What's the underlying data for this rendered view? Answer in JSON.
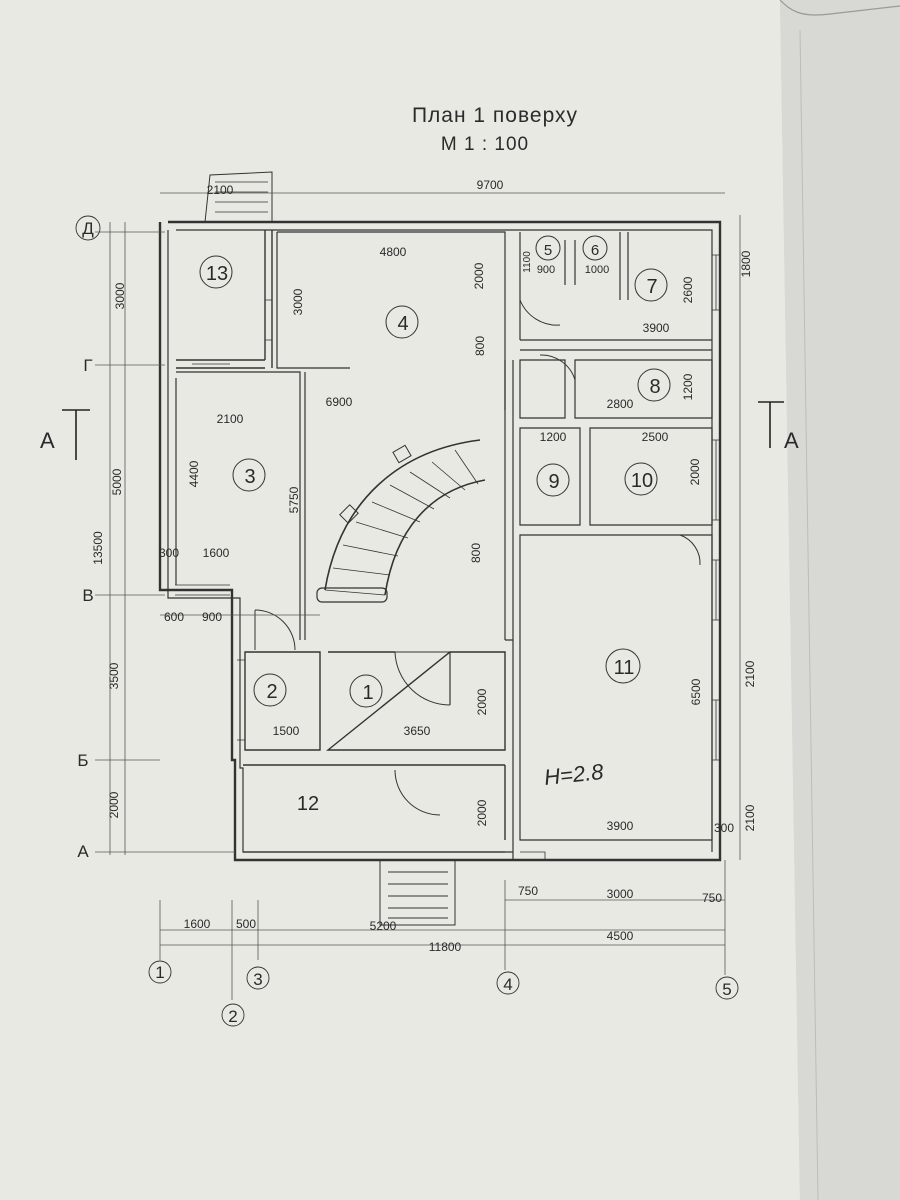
{
  "title": "План  1  поверху",
  "scale": "М  1 : 100",
  "rooms": [
    {
      "id": "room-1",
      "number": "1"
    },
    {
      "id": "room-2",
      "number": "2"
    },
    {
      "id": "room-3",
      "number": "3"
    },
    {
      "id": "room-4",
      "number": "4"
    },
    {
      "id": "room-5",
      "number": "5"
    },
    {
      "id": "room-6",
      "number": "6"
    },
    {
      "id": "room-7",
      "number": "7"
    },
    {
      "id": "room-8",
      "number": "8"
    },
    {
      "id": "room-9",
      "number": "9"
    },
    {
      "id": "room-10",
      "number": "10"
    },
    {
      "id": "room-11",
      "number": "11"
    },
    {
      "id": "room-12",
      "number": "12"
    },
    {
      "id": "room-13",
      "number": "13"
    }
  ],
  "dimensions": {
    "d9700": "9700",
    "d2100a": "2100",
    "d4800": "4800",
    "d1100": "1100",
    "d900a": "900",
    "d1000": "1000",
    "d1800": "1800",
    "d2000a": "2000",
    "d3000a": "3000",
    "d3000b": "3000",
    "d2600": "2600",
    "d3900a": "3900",
    "d800a": "800",
    "d1200a": "1200",
    "d2800": "2800",
    "d6900": "6900",
    "d2100b": "2100",
    "d1200b": "1200",
    "d2500": "2500",
    "d4400": "4400",
    "d5750": "5750",
    "d5000": "5000",
    "d13500": "13500",
    "d2000b": "2000",
    "d300a": "300",
    "d1600a": "1600",
    "d800b": "800",
    "d600": "600",
    "d900b": "900",
    "d3500": "3500",
    "d1500": "1500",
    "d3650": "3650",
    "d2000c": "2000",
    "d6500": "6500",
    "d2100c": "2100",
    "d2000d": "2000",
    "d2000e": "2000",
    "d3900b": "3900",
    "d300b": "300",
    "d2100d": "2100",
    "d750a": "750",
    "d3000c": "3000",
    "d750b": "750",
    "d1600b": "1600",
    "d500": "500",
    "d5200": "5200",
    "d4500": "4500",
    "d11800": "11800"
  },
  "axes": {
    "rows": [
      "Д",
      "Г",
      "В",
      "Б",
      "А"
    ],
    "cols": [
      "1",
      "2",
      "3",
      "4",
      "5"
    ]
  },
  "section_marks": [
    "А",
    "А"
  ],
  "annotations": {
    "height": "Н=2.8"
  }
}
